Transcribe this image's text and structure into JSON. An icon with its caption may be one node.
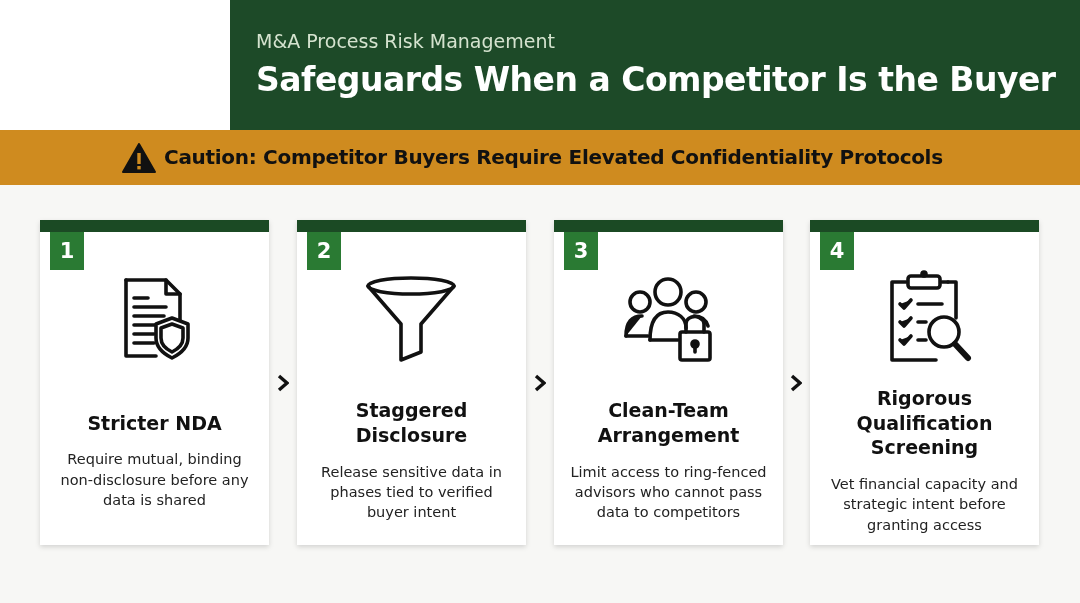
{
  "diagram": {
    "title": "Safeguards When a Competitor Is the Buyer",
    "nodes": [
      {
        "text": [
          "1",
          "Stricter NDA",
          "Require mutual, binding non-disclosure before any data is shared"
        ]
      },
      {
        "text": [
          "2",
          "Staggered Disclosure",
          "Release sensitive data in phases tied to verified buyer intent"
        ]
      },
      {
        "text": [
          "3",
          "Clean-Team Arrangement",
          "Limit access to ring-fenced advisors who cannot pass data to competitors"
        ]
      },
      {
        "text": [
          "4",
          "Rigorous Qualification Screening",
          "Vet financial capacity and strategic intent before granting access"
        ]
      }
    ],
    "edges": [
      {
        "from": 0,
        "to": 1,
        "arrow": "to"
      },
      {
        "from": 1,
        "to": 2,
        "arrow": "to"
      },
      {
        "from": 2,
        "to": 3,
        "arrow": "to"
      }
    ],
    "labels": [
      "M&A Process Risk Management",
      "Caution: Competitor Buyers Require Elevated Confidentiality Protocols"
    ]
  }
}
